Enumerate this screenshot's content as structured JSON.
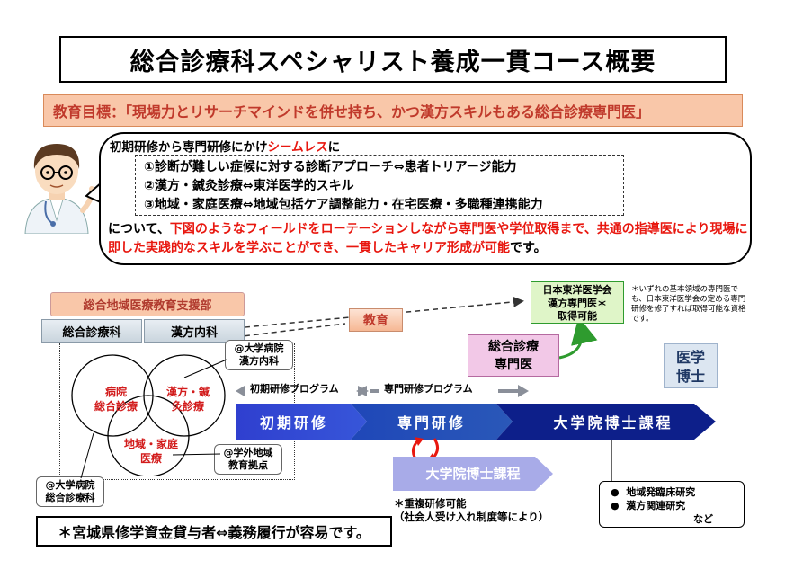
{
  "title": "総合診療科スペシャリスト養成一貫コース概要",
  "goal": "教育目標：「現場力とリサーチマインドを併せ持ち、かつ漢方スキルもある総合診療専門医」",
  "bubble": {
    "intro_prefix": "初期研修から専門研修にかけ",
    "intro_highlight": "シームレス",
    "intro_suffix": "に",
    "skills": [
      "①診断が難しい症候に対する診断アプローチ⇔患者トリアージ能力",
      "②漢方・鍼灸診療⇔東洋医学的スキル",
      "③地域・家庭医療⇔地域包括ケア調整能力・在宅医療・多職種連携能力"
    ],
    "para_1": "について、",
    "para_2": "下図のようなフィールドをローテーションしながら専門医や学位取得まで、共通の指導医により現場に即した実践的なスキルを学ぶことができ、一貫したキャリア形成が可能",
    "para_3": "です。"
  },
  "support_center": "総合地域医療教育支援部",
  "departments": [
    "総合診療科",
    "漢方内科"
  ],
  "education_label": "教育",
  "kampo_society": {
    "line1": "日本東洋医学会",
    "line2": "漢方専門医＊",
    "line3": "取得可能"
  },
  "footnote_right": "＊いずれの基本領域の専門医でも、日本東洋医学会の定める専門研修を修了すれば取得可能な資格です。",
  "gp_specialist": {
    "line1": "総合診療",
    "line2": "専門医"
  },
  "phd": {
    "line1": "医学",
    "line2": "博士"
  },
  "phases": {
    "initial": "初期研修プログラム",
    "specialty": "専門研修プログラム"
  },
  "flow": {
    "initial": "初期研修",
    "specialty": "専門研修",
    "graduate": "大学院博士課程"
  },
  "circles": {
    "hospital": {
      "line1": "病院",
      "line2": "総合診療"
    },
    "kampo": {
      "line1": "漢方・鍼",
      "line2": "灸診療"
    },
    "community": {
      "line1": "地域・家庭",
      "line2": "医療"
    }
  },
  "callouts": {
    "univ_kampo": {
      "line1": "@大学病院",
      "line2": "漢方内科"
    },
    "outside": {
      "line1": "@学外地域",
      "line2": "教育拠点"
    },
    "univ_gp": {
      "line1": "@大学病院",
      "line2": "総合診療科"
    }
  },
  "grad_school": "大学院博士課程",
  "rotation_note": {
    "line1": "＊重複研修可能",
    "line2": "（社会人受け入れ制度等により）"
  },
  "research": {
    "items": [
      "地域発臨床研究",
      "漢方関連研究"
    ],
    "etc": "など"
  },
  "loan_note": "＊宮城県修学資金貸与者⇔義務履行が容易です。",
  "colors": {
    "flow_dark": "#0d1f8a",
    "flow_mid": "#2a4aaa",
    "flow_light": "#3a5fd8",
    "grad_light": "#a8abe8",
    "accent_red": "#e8170f"
  }
}
